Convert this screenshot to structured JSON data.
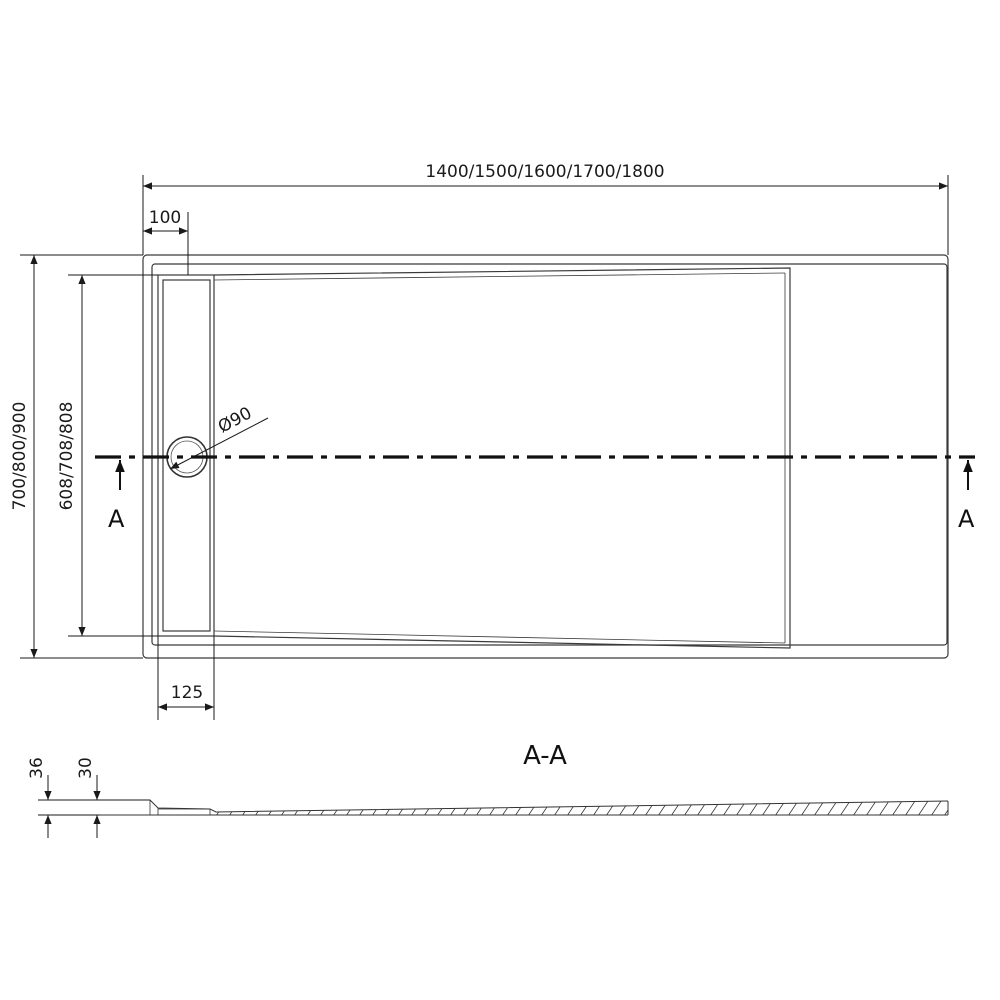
{
  "dimensions": {
    "overall_length": "1400/1500/1600/1700/1800",
    "overall_width": "700/800/900",
    "inner_width": "608/708/808",
    "edge_offset": "100",
    "channel_width": "125",
    "drain_diameter": "Ø90",
    "height_total": "36",
    "height_edge": "30"
  },
  "section": {
    "marker_left": "A",
    "marker_right": "A",
    "title": "A-A"
  },
  "colors": {
    "line": "#3a3a3a",
    "section_line": "#111111"
  }
}
